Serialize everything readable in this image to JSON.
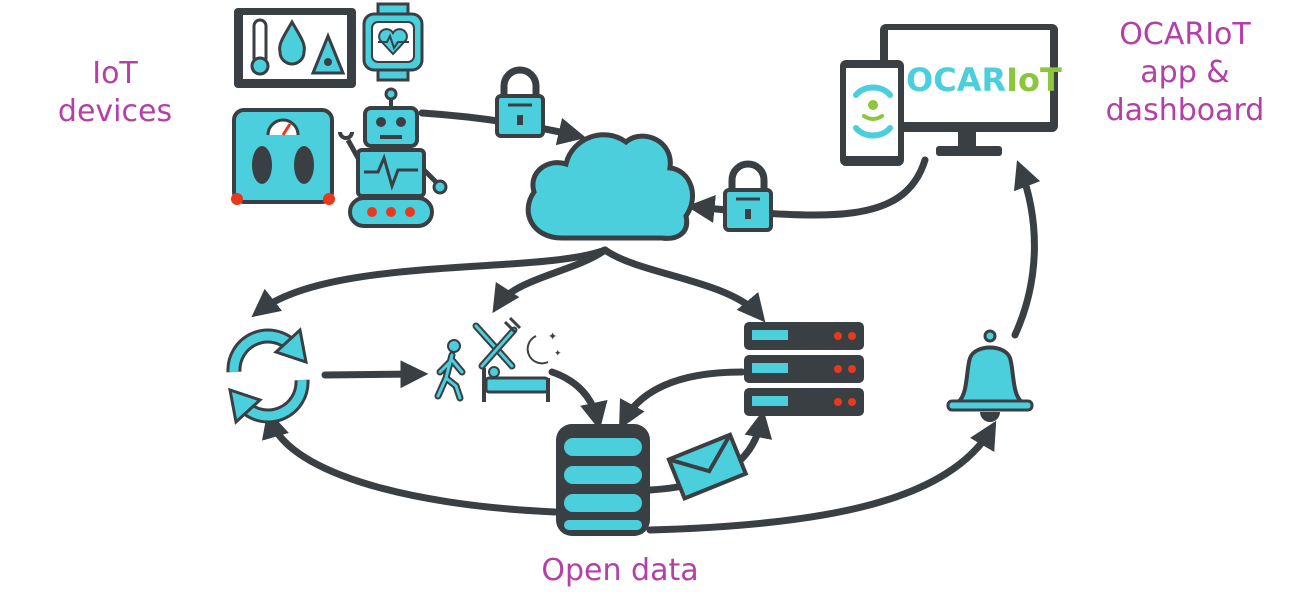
{
  "labels": {
    "iot_line1": "IoT",
    "iot_line2": "devices",
    "app_line1": "OCARIoT",
    "app_line2": "app &",
    "app_line3": "dashboard",
    "open_data": "Open data"
  },
  "logo": {
    "brand_a": "OCAR",
    "brand_b": "IoT"
  },
  "colors": {
    "primary": "#4ccfdc",
    "dark": "#3a3f44",
    "label": "#b43fa7",
    "accent_red": "#e8391d",
    "logo_green": "#8cc63f"
  },
  "icons": [
    "sensor-tablet-icon",
    "smartwatch-icon",
    "smart-scale-icon",
    "robot-icon",
    "lock-icon",
    "cloud-icon",
    "tablet-icon",
    "monitor-icon",
    "sync-icon",
    "activity-icon",
    "server-icon",
    "bell-icon",
    "database-icon",
    "envelope-icon"
  ]
}
